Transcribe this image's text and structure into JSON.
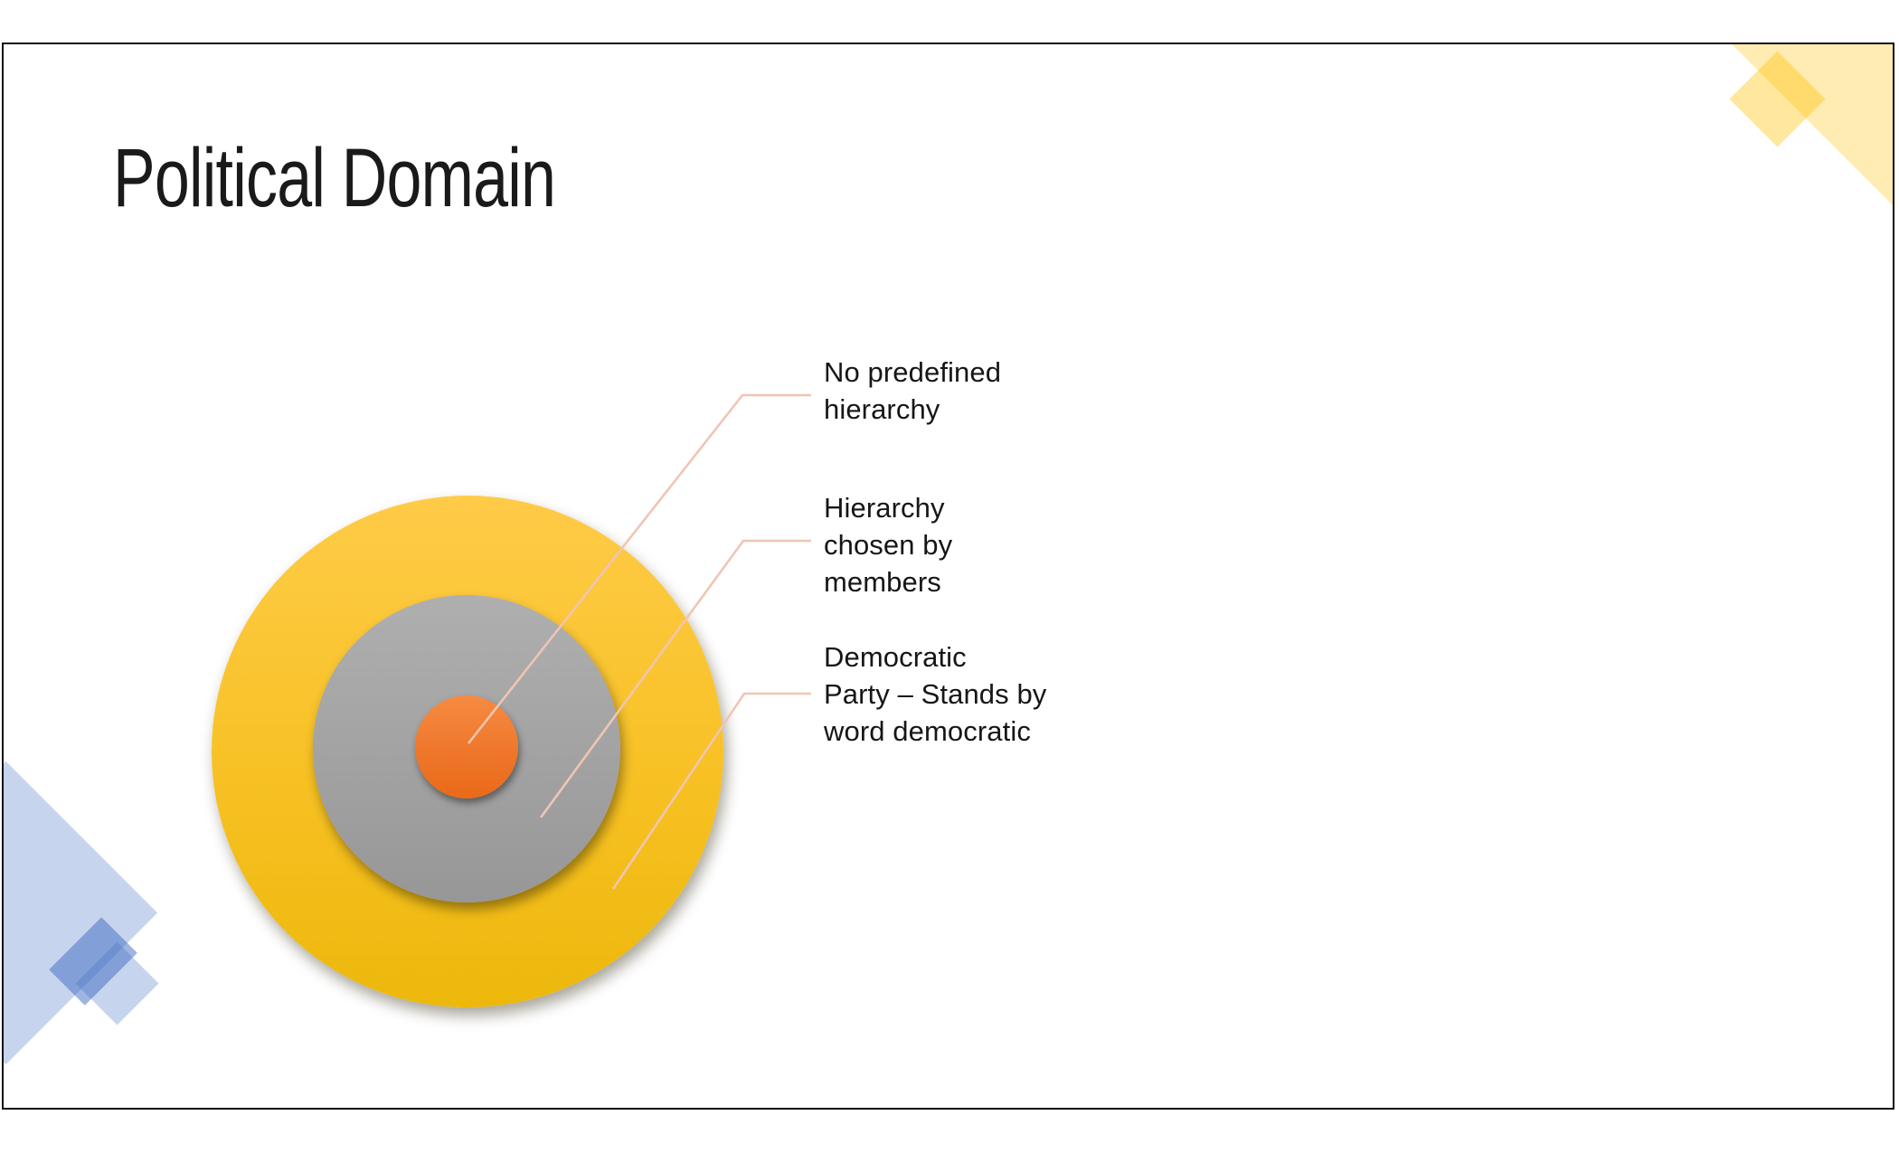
{
  "slide": {
    "title": "Political Domain",
    "background_color": "#FFFFFF",
    "border_color": "#0F0F0F"
  },
  "diagram": {
    "type": "concentric-circles",
    "rings": [
      {
        "name": "outer-ring",
        "color": "#F2BE17",
        "color_top": "#FFCB48",
        "color_bottom": "#EDB80B"
      },
      {
        "name": "middle-ring",
        "color": "#A3A3A3",
        "color_top": "#AFAFAF",
        "color_bottom": "#979797"
      },
      {
        "name": "inner-circle",
        "color": "#EE7529",
        "color_top": "#F68B42",
        "color_bottom": "#EA6A18"
      }
    ],
    "connector_color": "#F0C5B3"
  },
  "callouts": [
    {
      "text": "No predefined hierarchy",
      "lines": [
        "No predefined",
        "hierarchy"
      ],
      "points_to": "inner-circle"
    },
    {
      "text": "Hierarchy chosen by members",
      "lines": [
        "Hierarchy",
        "chosen by",
        "members"
      ],
      "points_to": "middle-ring"
    },
    {
      "text": "Democratic Party – Stands by word democratic",
      "lines": [
        "Democratic",
        "Party – Stands by",
        "word democratic"
      ],
      "points_to": "outer-ring"
    }
  ],
  "decor": {
    "gold_color": "#FFC000",
    "blue_color": "#4472C4"
  }
}
